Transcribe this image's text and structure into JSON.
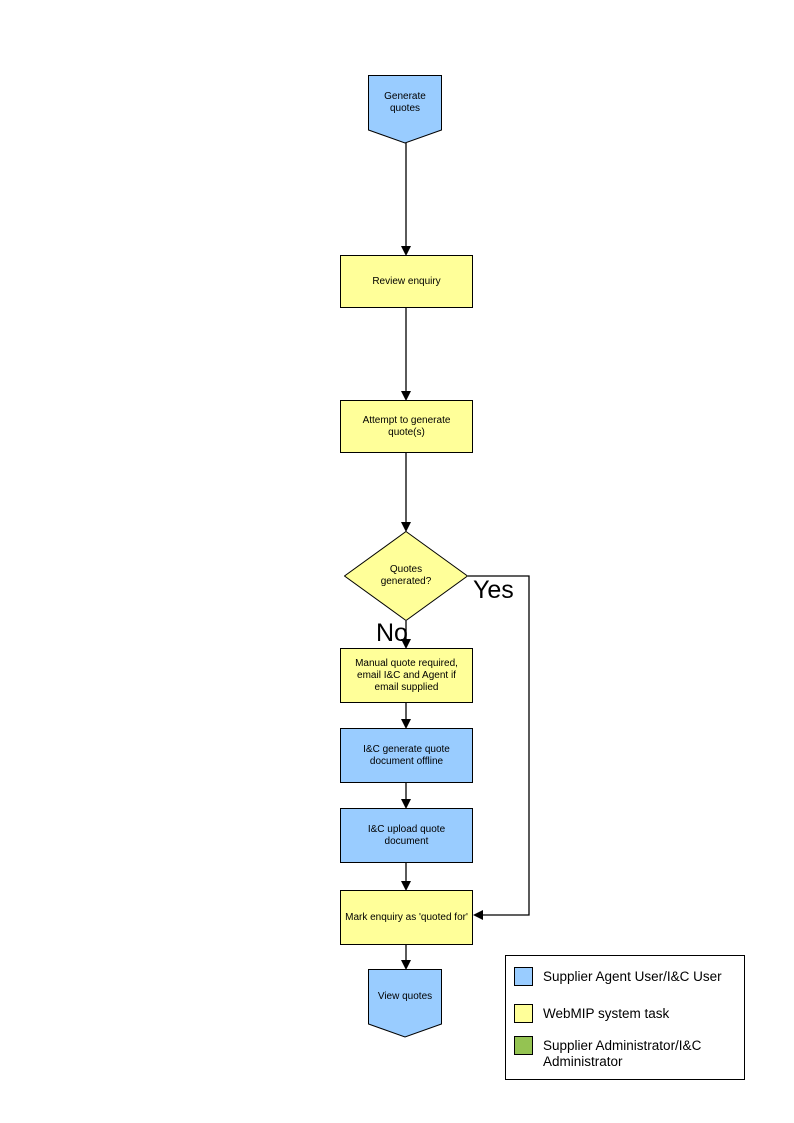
{
  "colors": {
    "supplier_agent_blue": "#99CCFF",
    "webmip_system_yellow": "#FFFF99",
    "administrator_green": "#94C352",
    "connector_black": "#000000"
  },
  "flowchart": {
    "nodes": {
      "generate_quotes": {
        "label": "Generate quotes",
        "shape": "pentagon",
        "color": "#99CCFF"
      },
      "review_enquiry": {
        "label": "Review enquiry",
        "shape": "rectangle",
        "color": "#FFFF99"
      },
      "attempt_generate": {
        "label": "Attempt to generate quote(s)",
        "shape": "rectangle",
        "color": "#FFFF99"
      },
      "quotes_generated": {
        "label": "Quotes generated?",
        "shape": "diamond",
        "color": "#FFFF99"
      },
      "manual_quote": {
        "label": "Manual quote required, email I&C and Agent if email supplied",
        "shape": "rectangle",
        "color": "#FFFF99"
      },
      "ic_generate_offline": {
        "label": "I&C generate quote document offline",
        "shape": "rectangle",
        "color": "#99CCFF"
      },
      "ic_upload": {
        "label": "I&C upload quote document",
        "shape": "rectangle",
        "color": "#99CCFF"
      },
      "mark_enquiry": {
        "label": "Mark enquiry as 'quoted for'",
        "shape": "rectangle",
        "color": "#FFFF99"
      },
      "view_quotes": {
        "label": "View quotes",
        "shape": "pentagon",
        "color": "#99CCFF"
      }
    },
    "edge_labels": {
      "yes": "Yes",
      "no": "No"
    }
  },
  "legend": {
    "items": [
      {
        "label": "Supplier Agent User/I&C User",
        "color": "#99CCFF"
      },
      {
        "label": "WebMIP system task",
        "color": "#FFFF99"
      },
      {
        "label": "Supplier Administrator/I&C Administrator",
        "color": "#94C352"
      }
    ]
  }
}
